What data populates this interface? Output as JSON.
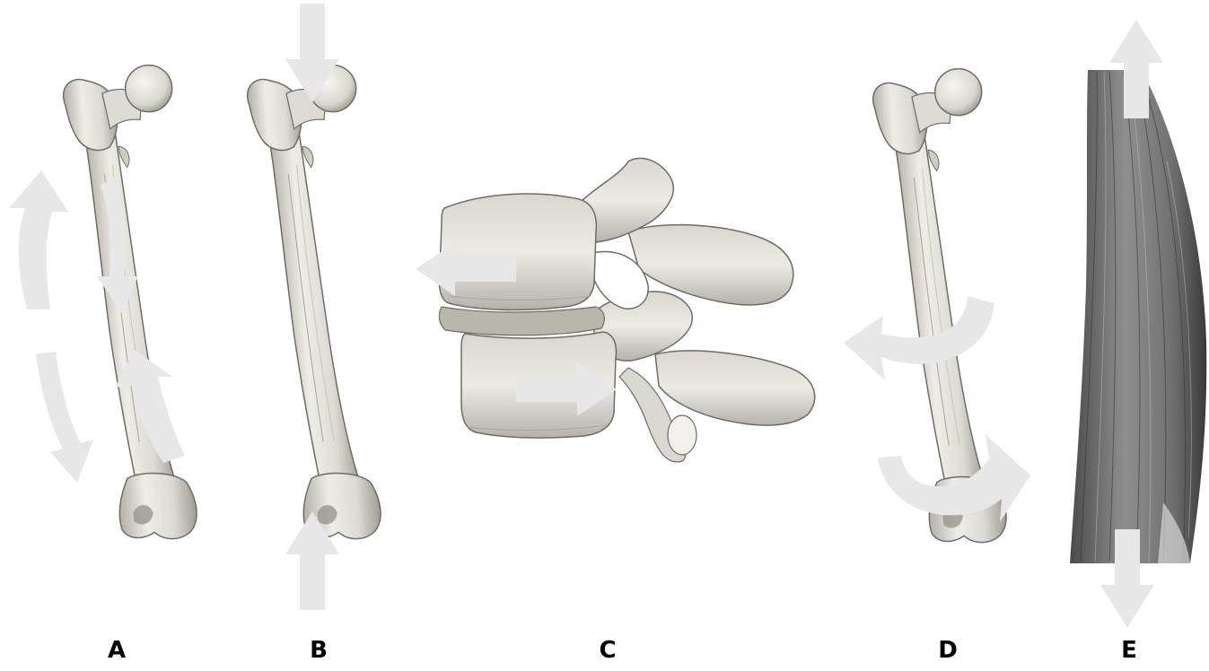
{
  "panels": [
    {
      "label": "A",
      "structure": "femur",
      "load": "bending"
    },
    {
      "label": "B",
      "structure": "femur",
      "load": "compression"
    },
    {
      "label": "C",
      "structure": "lumbar-vertebrae",
      "load": "shear"
    },
    {
      "label": "D",
      "structure": "femur",
      "load": "torsion"
    },
    {
      "label": "E",
      "structure": "muscle",
      "load": "tension"
    }
  ],
  "colors": {
    "arrow": "#e7e7e7",
    "bone_fill": "#e4e2dc",
    "bone_shade": "#a9a69d",
    "bone_outline": "#6f6c66",
    "disc": "#b9b6ae",
    "muscle_light": "#8d8d8d",
    "muscle_dark": "#3f3f3f",
    "label": "#000000"
  },
  "icons": {
    "bone": "femur-illustration",
    "vertebra": "vertebra-illustration",
    "muscle": "muscle-illustration",
    "arrow": "load-arrow"
  }
}
